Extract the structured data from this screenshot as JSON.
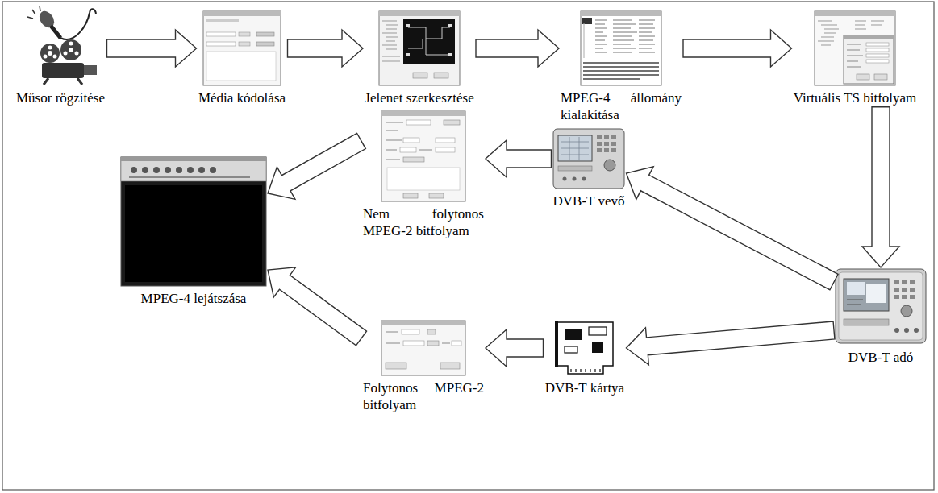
{
  "diagram": {
    "nodes": [
      {
        "text": [
          "Műsor rögzítése"
        ]
      },
      {
        "text": [
          "Média kódolása"
        ]
      },
      {
        "text": [
          "Jelenet szerkesztése"
        ]
      },
      {
        "text": [
          "MPEG-4 állomány kialakítása"
        ]
      },
      {
        "text": [
          "Virtuális TS bitfolyam"
        ]
      },
      {
        "text": [
          "DVB-T adó"
        ]
      },
      {
        "text": [
          "DVB-T vevő"
        ]
      },
      {
        "text": [
          "Nem folytonos MPEG-2 bitfolyam"
        ]
      },
      {
        "text": [
          "DVB-T kártya"
        ]
      },
      {
        "text": [
          "Folytonos MPEG-2 bitfolyam"
        ]
      },
      {
        "text": [
          "MPEG-4 lejátszása"
        ]
      }
    ],
    "edges": [
      {
        "from": 0,
        "to": 1,
        "arrow": "to"
      },
      {
        "from": 1,
        "to": 2,
        "arrow": "to"
      },
      {
        "from": 2,
        "to": 3,
        "arrow": "to"
      },
      {
        "from": 3,
        "to": 4,
        "arrow": "to"
      },
      {
        "from": 4,
        "to": 5,
        "arrow": "to"
      },
      {
        "from": 5,
        "to": 6,
        "arrow": "to"
      },
      {
        "from": 6,
        "to": 7,
        "arrow": "to"
      },
      {
        "from": 7,
        "to": 10,
        "arrow": "to"
      },
      {
        "from": 5,
        "to": 8,
        "arrow": "to"
      },
      {
        "from": 8,
        "to": 9,
        "arrow": "to"
      },
      {
        "from": 9,
        "to": 10,
        "arrow": "to"
      }
    ]
  }
}
